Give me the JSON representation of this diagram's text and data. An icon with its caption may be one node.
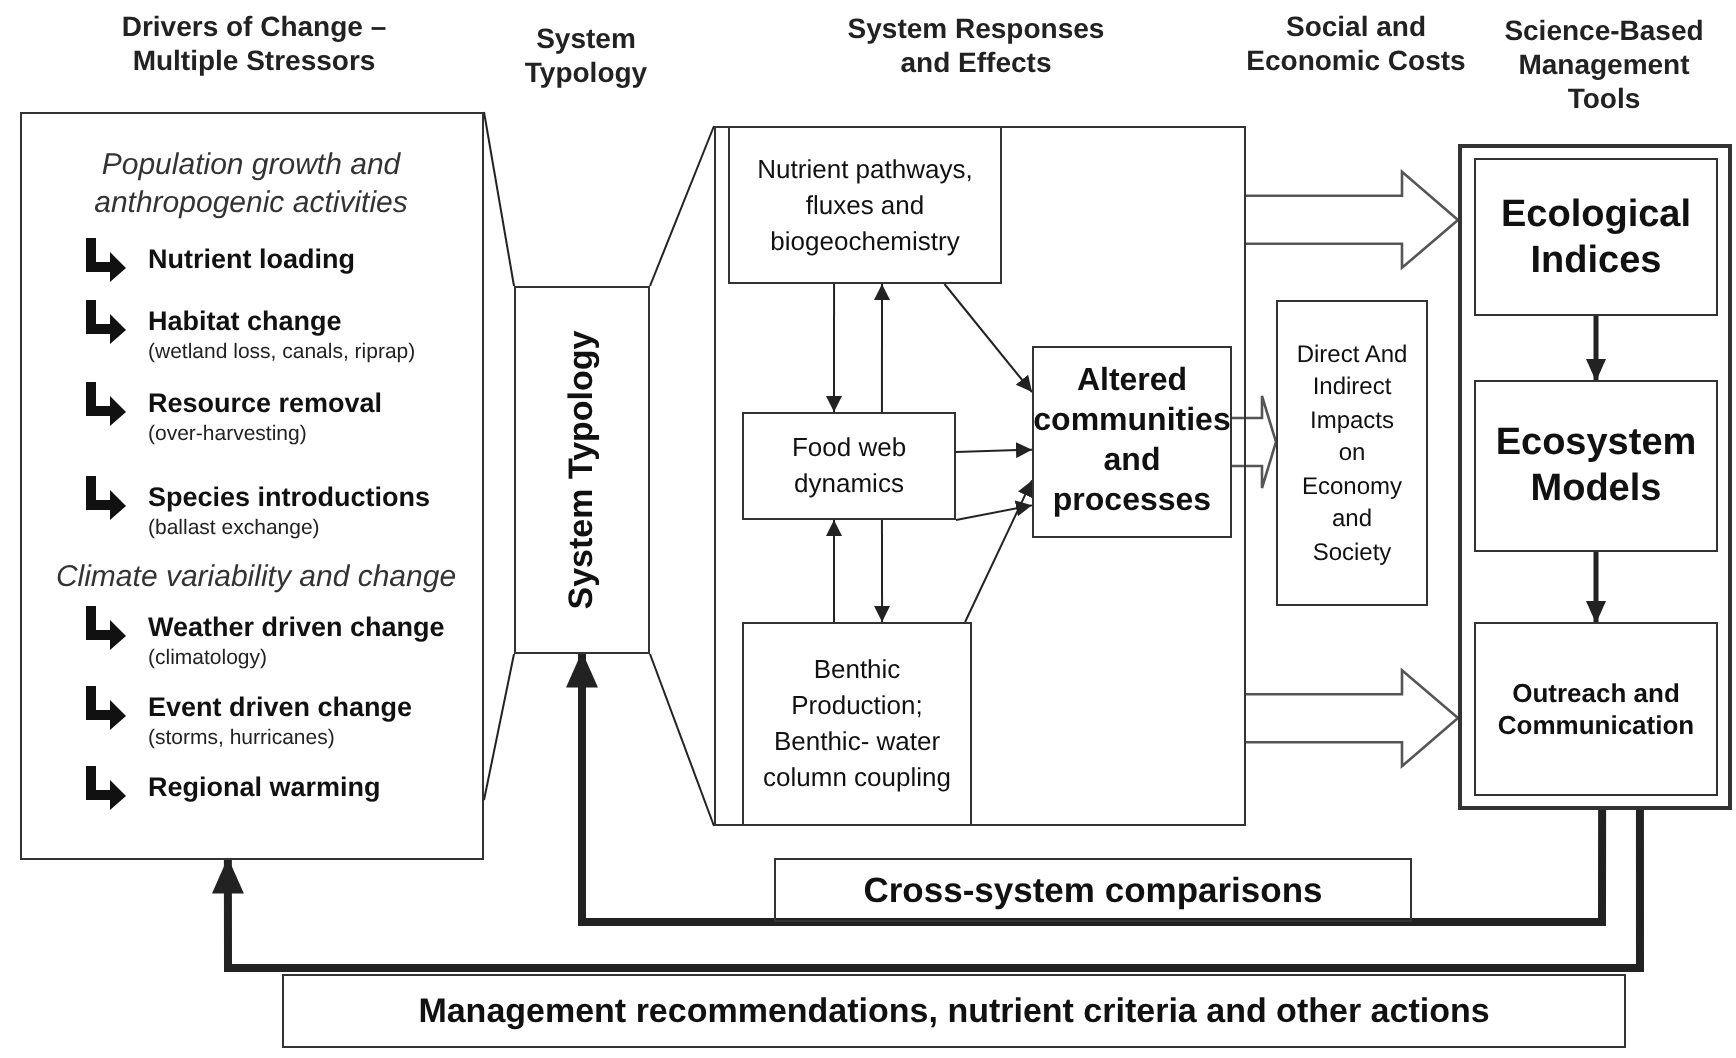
{
  "diagram": {
    "nodes": [
      {
        "text": [
          "Drivers of Change – Multiple Stressors",
          "Population growth and anthropogenic activities",
          "Nutrient loading",
          "Habitat change",
          "(wetland loss, canals, riprap)",
          "Resource removal",
          "(over-harvesting)",
          "Species introductions",
          "(ballast exchange)",
          "Climate variability and change",
          "Weather driven change",
          "(climatology)",
          "Event driven change",
          "(storms, hurricanes)",
          "Regional warming"
        ]
      },
      {
        "text": [
          "System Typology",
          "System Typology"
        ]
      },
      {
        "text": [
          "System Responses and Effects"
        ]
      },
      {
        "text": [
          "Nutrient pathways, fluxes and biogeochemistry"
        ],
        "in": 2
      },
      {
        "text": [
          "Food web dynamics"
        ],
        "in": 2
      },
      {
        "text": [
          "Benthic Production; Benthic- water column coupling"
        ],
        "in": 2
      },
      {
        "text": [
          "Altered communities and processes"
        ],
        "in": 2
      },
      {
        "text": [
          "Direct And Indirect Impacts on Economy and Society"
        ]
      },
      {
        "text": [
          "Science-Based Management Tools"
        ]
      },
      {
        "text": [
          "Ecological Indices"
        ],
        "in": 8
      },
      {
        "text": [
          "Ecosystem Models"
        ],
        "in": 8
      },
      {
        "text": [
          "Outreach and Communication"
        ],
        "in": 8
      },
      {
        "text": [
          "Cross-system comparisons"
        ]
      },
      {
        "text": [
          "Management recommendations, nutrient criteria and other actions"
        ]
      }
    ],
    "edges": [
      {
        "from": 0,
        "to": 1,
        "arrow": "none"
      },
      {
        "from": 0,
        "to": 1,
        "arrow": "none"
      },
      {
        "from": 1,
        "to": 2,
        "arrow": "none"
      },
      {
        "from": 1,
        "to": 2,
        "arrow": "none"
      },
      {
        "from": 3,
        "to": 4,
        "arrow": "to"
      },
      {
        "from": 4,
        "to": 3,
        "arrow": "to"
      },
      {
        "from": 4,
        "to": 5,
        "arrow": "to"
      },
      {
        "from": 5,
        "to": 4,
        "arrow": "to"
      },
      {
        "from": 3,
        "to": 6,
        "arrow": "to"
      },
      {
        "from": 4,
        "to": 6,
        "arrow": "to"
      },
      {
        "from": 4,
        "to": 6,
        "arrow": "to"
      },
      {
        "from": 5,
        "to": 6,
        "arrow": "to"
      },
      {
        "from": 6,
        "to": 7,
        "arrow": "to",
        "style": "thick"
      },
      {
        "from": 2,
        "to": 8,
        "arrow": "to",
        "style": "thick"
      },
      {
        "from": 2,
        "to": 8,
        "arrow": "to",
        "style": "thick"
      },
      {
        "from": 9,
        "to": 10,
        "arrow": "to",
        "style": "thick"
      },
      {
        "from": 10,
        "to": 11,
        "arrow": "to",
        "style": "thick"
      },
      {
        "from": 8,
        "to": 1,
        "arrow": "to",
        "style": "thick"
      },
      {
        "from": 8,
        "to": 0,
        "arrow": "to",
        "style": "thick"
      }
    ],
    "labels": [
      "Social and Economic Costs"
    ]
  }
}
